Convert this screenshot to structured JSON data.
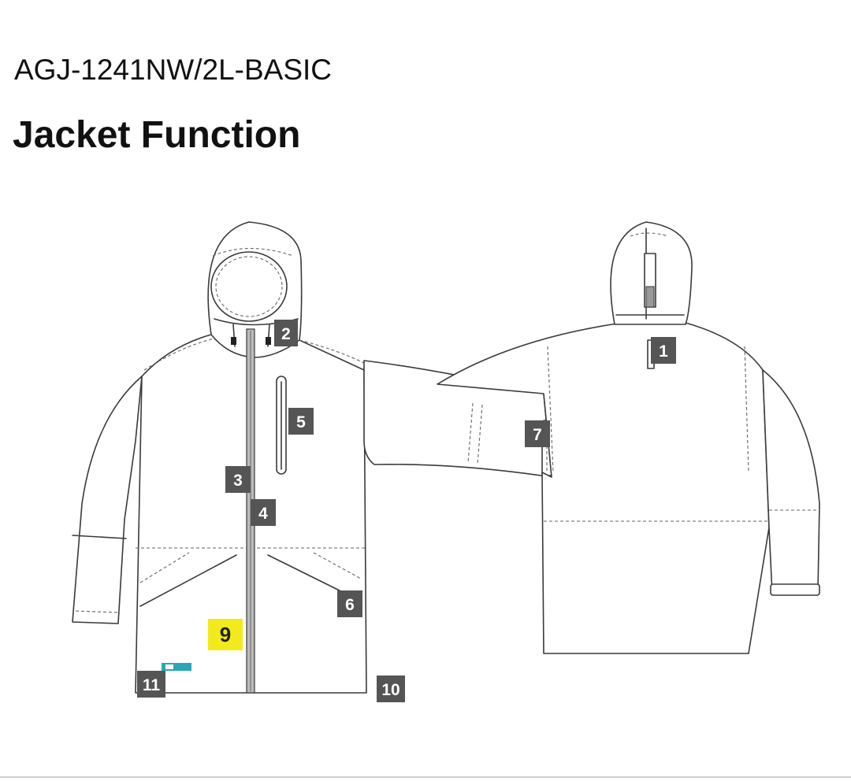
{
  "header": {
    "model_code": "AGJ-1241NW/2L-BASIC",
    "title": "Jacket Function"
  },
  "callouts": [
    {
      "id": "1",
      "label": "1",
      "highlight": false
    },
    {
      "id": "2",
      "label": "2",
      "highlight": false
    },
    {
      "id": "3",
      "label": "3",
      "highlight": false
    },
    {
      "id": "4",
      "label": "4",
      "highlight": false
    },
    {
      "id": "5",
      "label": "5",
      "highlight": false
    },
    {
      "id": "6",
      "label": "6",
      "highlight": false
    },
    {
      "id": "7",
      "label": "7",
      "highlight": false
    },
    {
      "id": "9",
      "label": "9",
      "highlight": true
    },
    {
      "id": "10",
      "label": "10",
      "highlight": false
    },
    {
      "id": "11",
      "label": "11",
      "highlight": false
    }
  ],
  "colors": {
    "badge": "#555555",
    "badge_highlight": "#f2ea1a",
    "brand_tag": "#2aa6b5"
  }
}
